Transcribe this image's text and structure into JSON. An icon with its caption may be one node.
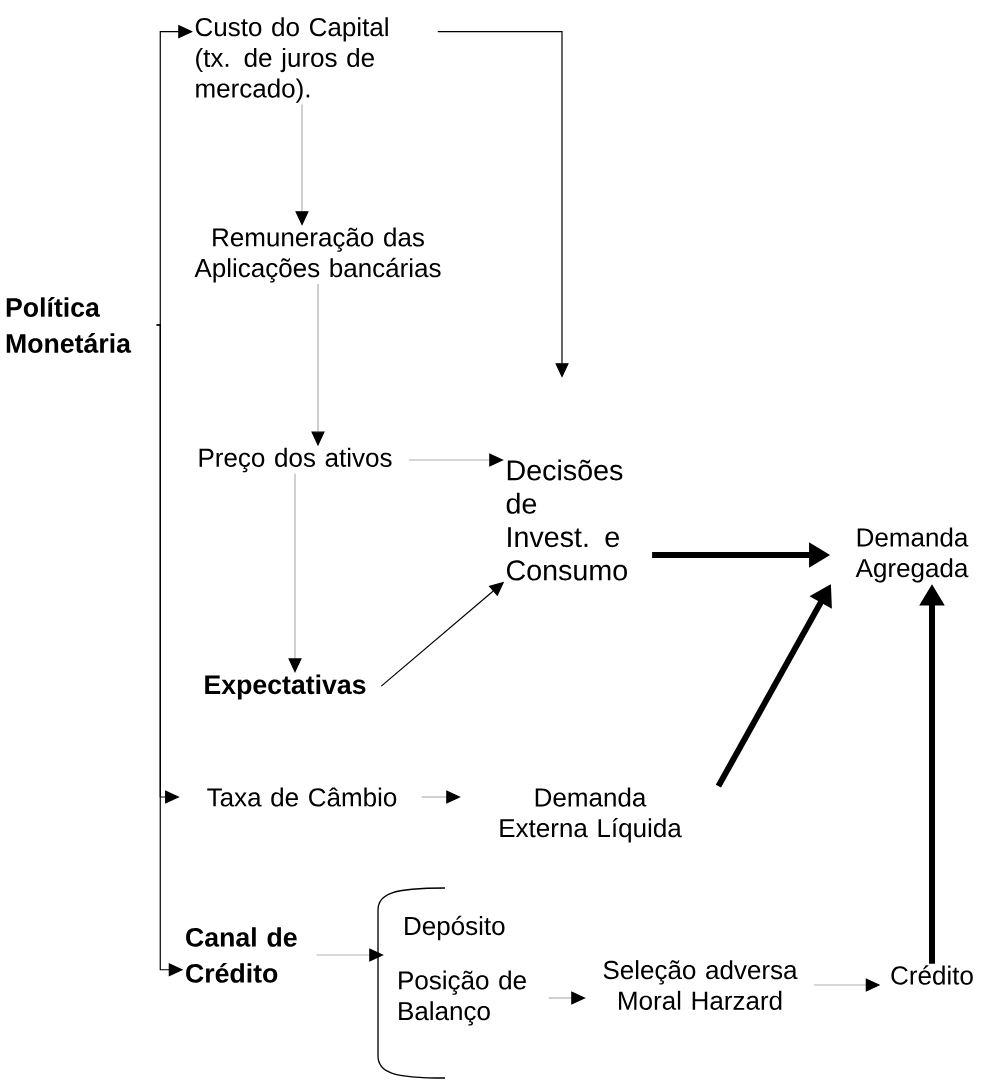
{
  "diagram": {
    "nodes": [
      {
        "text": [
          "Política Monetária"
        ]
      },
      {
        "text": [
          "Custo do Capital (tx. de juros de mercado)."
        ]
      },
      {
        "text": [
          "Remuneração das Aplicações bancárias"
        ]
      },
      {
        "text": [
          "Preço dos ativos"
        ]
      },
      {
        "text": [
          "Decisões de Invest. e Consumo"
        ]
      },
      {
        "text": [
          "Demanda Agregada"
        ]
      },
      {
        "text": [
          "Expectativas"
        ]
      },
      {
        "text": [
          "Taxa de Câmbio"
        ]
      },
      {
        "text": [
          "Demanda Externa Líquida"
        ]
      },
      {
        "text": [
          "Canal de Crédito"
        ]
      },
      {
        "text": [],
        "shape": "bracket"
      },
      {
        "text": [
          "Depósito"
        ]
      },
      {
        "text": [
          "Posição de Balanço"
        ]
      },
      {
        "text": [
          "Seleção adversa Moral Harzard"
        ]
      },
      {
        "text": [
          "Crédito"
        ]
      }
    ],
    "edges": [
      {
        "from": 0,
        "to": 1,
        "arrow": "to",
        "color": "#000000"
      },
      {
        "from": 0,
        "to": 7,
        "arrow": "to",
        "color": "#000000"
      },
      {
        "from": 0,
        "to": 9,
        "arrow": "to",
        "color": "#000000"
      },
      {
        "from": 1,
        "to": 2,
        "arrow": "to",
        "color": "#b0b0b0"
      },
      {
        "from": 1,
        "to": 4,
        "arrow": "to",
        "color": "#000000"
      },
      {
        "from": 2,
        "to": 3,
        "arrow": "to",
        "color": "#b0b0b0"
      },
      {
        "from": 3,
        "to": 4,
        "arrow": "to",
        "color": "#b0b0b0"
      },
      {
        "from": 3,
        "to": 6,
        "arrow": "to",
        "color": "#b0b0b0"
      },
      {
        "from": 6,
        "to": 4,
        "arrow": "to",
        "color": "#000000"
      },
      {
        "from": 4,
        "to": 5,
        "arrow": "to",
        "style": "thick",
        "color": "#000000"
      },
      {
        "from": 7,
        "to": 8,
        "arrow": "to",
        "color": "#b0b0b0"
      },
      {
        "from": 8,
        "to": 5,
        "arrow": "to",
        "style": "thick",
        "color": "#000000"
      },
      {
        "from": 9,
        "to": 10,
        "arrow": "to",
        "color": "#b0b0b0"
      },
      {
        "from": 12,
        "to": 13,
        "arrow": "to",
        "color": "#b0b0b0"
      },
      {
        "from": 13,
        "to": 14,
        "arrow": "to",
        "color": "#b0b0b0"
      },
      {
        "from": 14,
        "to": 5,
        "arrow": "to",
        "style": "thick",
        "color": "#000000"
      }
    ]
  }
}
